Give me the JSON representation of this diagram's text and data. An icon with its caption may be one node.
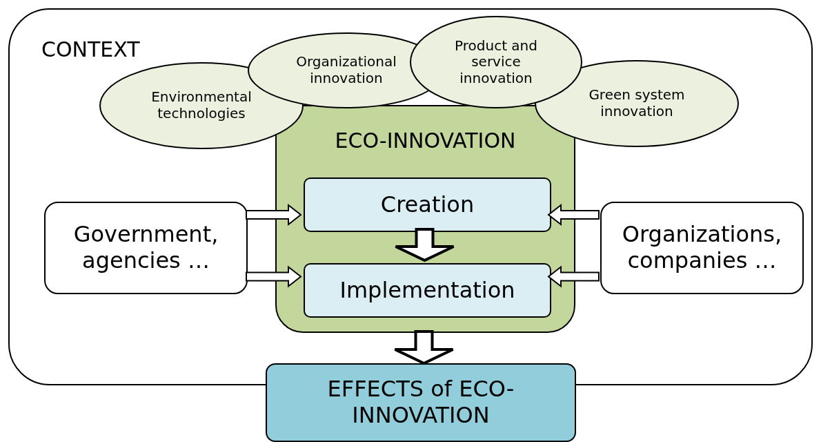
{
  "diagram": {
    "nodes": [
      {
        "text": [
          "CONTEXT"
        ]
      },
      {
        "text": [
          "Environmental technologies"
        ],
        "in": 0
      },
      {
        "text": [
          "Organizational innovation"
        ],
        "in": 0
      },
      {
        "text": [
          "Product and service innovation"
        ],
        "in": 0
      },
      {
        "text": [
          "Green system innovation"
        ],
        "in": 0
      },
      {
        "text": [
          "ECO-INNOVATION"
        ],
        "in": 0
      },
      {
        "text": [
          "Creation"
        ],
        "in": 5
      },
      {
        "text": [
          "Implementation"
        ],
        "in": 5
      },
      {
        "text": [
          "Government, agencies …"
        ],
        "in": 0
      },
      {
        "text": [
          "Organizations, companies …"
        ],
        "in": 0
      },
      {
        "text": [
          "EFFECTS of ECO-INNOVATION"
        ]
      }
    ],
    "edges": [
      {
        "from": 8,
        "to": 6,
        "arrow": "to"
      },
      {
        "from": 8,
        "to": 7,
        "arrow": "to"
      },
      {
        "from": 9,
        "to": 6,
        "arrow": "to"
      },
      {
        "from": 9,
        "to": 7,
        "arrow": "to"
      },
      {
        "from": 6,
        "to": 7,
        "arrow": "to",
        "style": "thick"
      },
      {
        "from": 5,
        "to": 10,
        "arrow": "to",
        "style": "thick"
      }
    ]
  }
}
